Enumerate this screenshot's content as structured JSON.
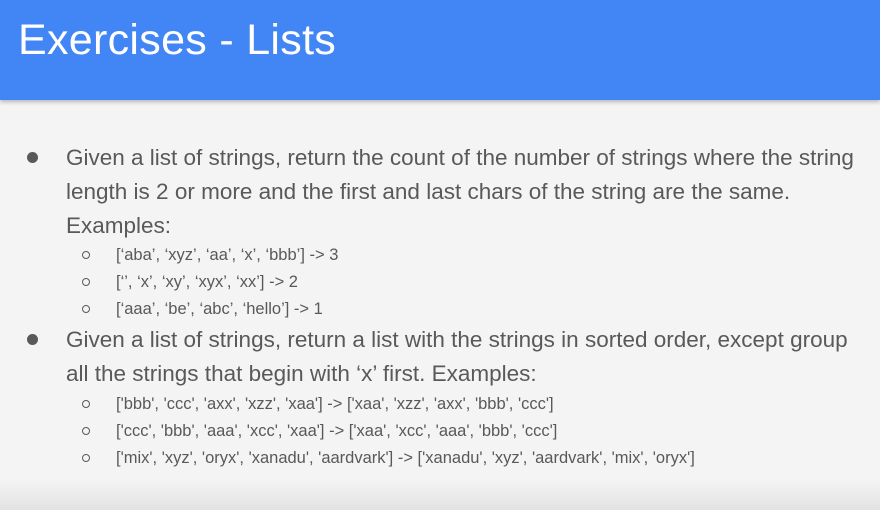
{
  "slide": {
    "title": "Exercises - Lists",
    "accent_color": "#4285f4",
    "text_color": "#595959"
  },
  "items": [
    {
      "text": "Given a list of strings, return the count of the number of strings where the string length is 2 or more and the first and last chars of the string are the same. Examples:",
      "examples": [
        "[‘aba’, ‘xyz’, ‘aa’, ‘x’, ‘bbb’] -> 3",
        "[‘’, ‘x’, ‘xy’, ‘xyx’, ‘xx’] -> 2",
        "[‘aaa’, ‘be’, ‘abc’, ‘hello’] -> 1"
      ]
    },
    {
      "text": "Given a list of strings, return a list with the strings in sorted order, except group all the strings that begin with ‘x’ first. Examples:",
      "examples": [
        "['bbb', 'ccc', 'axx', 'xzz', 'xaa'] -> ['xaa', 'xzz', 'axx', 'bbb', 'ccc']",
        "['ccc', 'bbb', 'aaa', 'xcc', 'xaa'] -> ['xaa', 'xcc', 'aaa', 'bbb', 'ccc']",
        "['mix', 'xyz', 'oryx', 'xanadu', 'aardvark'] -> ['xanadu', 'xyz', 'aardvark', 'mix', 'oryx']"
      ]
    }
  ]
}
